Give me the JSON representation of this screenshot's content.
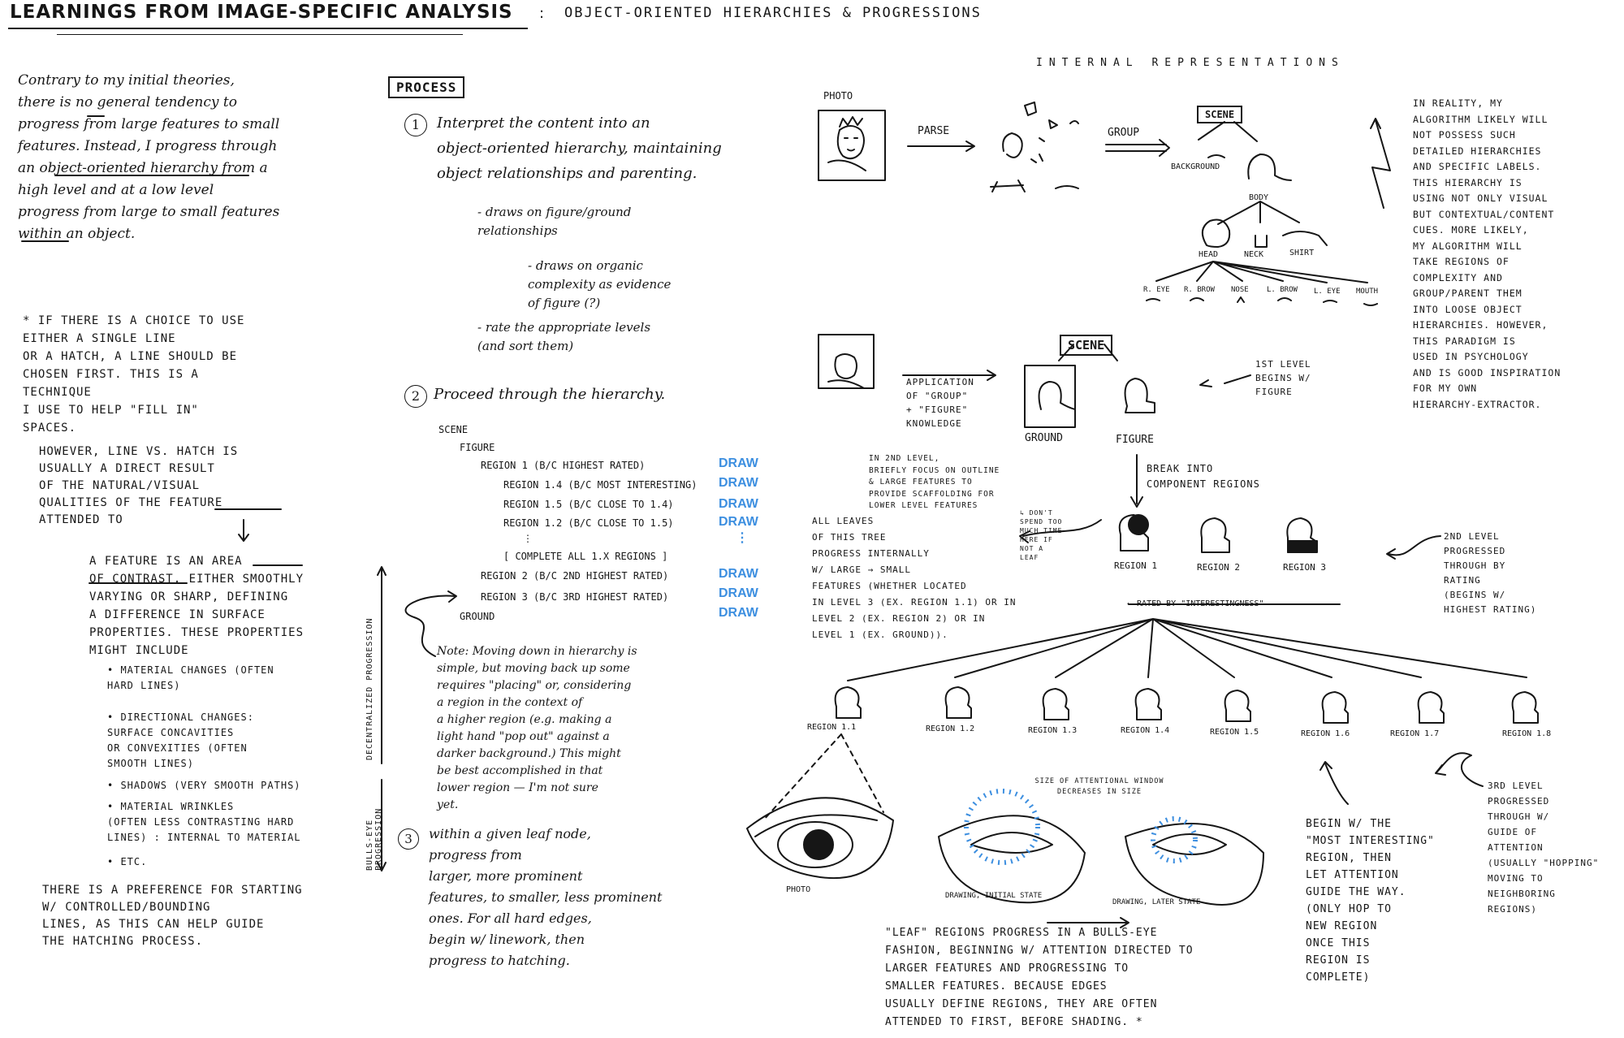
{
  "title": "Learnings from image-specific analysis",
  "title_sep": ":",
  "subtitle": "Object-oriented hierarchies & progressions",
  "left": {
    "intro": "Contrary to my initial theories,\nthere is no general tendency to\nprogress from large features to small\nfeatures. Instead, I progress through\nan object-oriented hierarchy from a\nhigh level and at a low level\nprogress from large to small features\nwithin an object.",
    "choice_note": "* If there is a choice to use\neither a single line\nor a hatch, a line should be\nchosen first. This is a\ntechnique\nI use to help \"fill in\"\nspaces.",
    "however": "However, line vs. hatch is\nusually a direct result\nof the natural/visual\nqualities of the feature\nattended to",
    "feature_def": "A feature is an area\nof contrast, either smoothly\nvarying or sharp, defining\na difference in surface\nproperties. These properties\nmight include",
    "bullets": [
      "• Material changes (often\n   hard lines)",
      "• Directional changes:\n   surface concavities\n   or convexities (often\n   smooth lines)",
      "• Shadows (very smooth paths)",
      "• Material wrinkles\n   (often less contrasting hard\n   lines) : internal to material",
      "• etc."
    ],
    "preference": "There is a preference for starting\nw/ controlled/bounding\nlines, as this can help guide\nthe hatching process."
  },
  "middle": {
    "process_label": "Process",
    "step1_num": "1",
    "step1": "Interpret the content into an\nobject-oriented hierarchy, maintaining\nobject relationships and parenting.",
    "step1_sub1": "- draws on figure/ground\n  relationships",
    "step1_sub2": "- draws on organic\n  complexity as evidence\n  of figure (?)",
    "step1_sub3": "- rate the appropriate levels\n  (and sort them)",
    "step2_num": "2",
    "step2": "Proceed through the hierarchy.",
    "hierarchy": [
      {
        "text": "Scene",
        "draw": ""
      },
      {
        "text": "Figure",
        "draw": ""
      },
      {
        "text": "Region 1  (b/c highest rated)",
        "draw": "DRAW"
      },
      {
        "text": "Region 1.4  (b/c most interesting)",
        "draw": "DRAW"
      },
      {
        "text": "Region 1.5  (b/c close to 1.4)",
        "draw": "DRAW"
      },
      {
        "text": "Region 1.2  (b/c close to 1.5)",
        "draw": "DRAW"
      },
      {
        "text": "⋮",
        "draw": "⋮"
      },
      {
        "text": "[ complete all 1.x regions ]",
        "draw": ""
      },
      {
        "text": "Region 2  (b/c 2nd highest rated)",
        "draw": "DRAW"
      },
      {
        "text": "Region 3  (b/c 3rd highest rated)",
        "draw": "DRAW"
      },
      {
        "text": "Ground",
        "draw": "DRAW"
      }
    ],
    "side_label_top": "Decentralized progression",
    "side_label_bottom": "Bulls-eye progression",
    "note": "Note: Moving down in hierarchy is\nsimple, but moving back up some\nrequires \"placing\" or, considering\na region in the context of\na higher region (e.g. making a\nlight hand \"pop out\" against a\ndarker background.) This might\nbe best accomplished in that\nlower region — I'm not sure\nyet.",
    "step3_num": "3",
    "step3": "within a given leaf node,\nprogress from\nlarger, more prominent\nfeatures, to smaller, less prominent\nones. For all hard edges,\nbegin w/ linework, then\nprogress to hatching."
  },
  "right": {
    "internal_rep": "Internal representations",
    "photo_label": "Photo",
    "parse": "Parse",
    "group": "Group",
    "scene": "Scene",
    "background": "Background",
    "body": "Body",
    "head": "Head",
    "neck": "Neck",
    "shirt": "Shirt",
    "face_parts": [
      "R. Eye",
      "R. Brow",
      "Nose",
      "L. Brow",
      "L. Eye",
      "Mouth"
    ],
    "reality_note": "In reality, my\nalgorithm likely will\nnot possess such\ndetailed hierarchies\nand specific labels.\nThis hierarchy is\nusing not only visual\nbut contextual/content\ncues. More likely,\nmy algorithm will\ntake regions of\ncomplexity and\ngroup/parent them\ninto loose object\nhierarchies. However,\nthis paradigm is\nused in psychology\nand is good inspiration\nfor my own\nhierarchy-extractor.",
    "application": "Application\nof \"group\"\n+ \"figure\"\nknowledge",
    "scene2": "Scene",
    "ground": "Ground",
    "figure": "Figure",
    "level1": "1st level\nbegins w/\nfigure",
    "break_into": "Break into\ncomponent regions",
    "level2_focus": "In 2nd level,\nbriefly focus on outline\n& large features to\nprovide scaffolding for\nlower level features",
    "dont_spend": "↳ Don't\nspend too\nmuch time\nhere if\nnot a\nleaf",
    "all_leaves": "All leaves\nof this tree\nprogress internally\nw/ large → small\nfeatures (whether located\nin level 3 (ex. Region 1.1) or in\nlevel 2 (ex. Region 2) or in\nlevel 1 (ex. Ground)).",
    "regions_l2": [
      "Region 1",
      "Region 2",
      "Region 3"
    ],
    "rated_by": "← Rated by \"interestingness\"",
    "level2_note": "2nd level\nprogressed\nthrough by\nrating\n(begins w/\nhighest rating)",
    "regions_l3": [
      "Region 1.1",
      "Region 1.2",
      "Region 1.3",
      "Region 1.4",
      "Region 1.5",
      "Region 1.6",
      "Region 1.7",
      "Region 1.8"
    ],
    "photo2": "Photo",
    "attn_window": "Size of attentional window\ndecreases in size",
    "drawing_initial": "Drawing, initial state",
    "drawing_later": "Drawing, later state",
    "begin_note": "Begin w/ the\n\"most interesting\"\nregion, then\nlet attention\nguide the way.\n(only hop to\nnew region\nonce this\nregion is\ncomplete)",
    "level3_note": "3rd level\nprogressed\nthrough w/\nguide of\nattention\n(usually \"hopping\"\nmoving to\nneighboring\nregions)",
    "leaf_note": "\"Leaf\" regions progress in a bulls-eye\nfashion, beginning w/ attention directed to\nlarger features and progressing to\nsmaller features. Because edges\nusually define regions, they are often\nattended to first, before shading. *"
  }
}
